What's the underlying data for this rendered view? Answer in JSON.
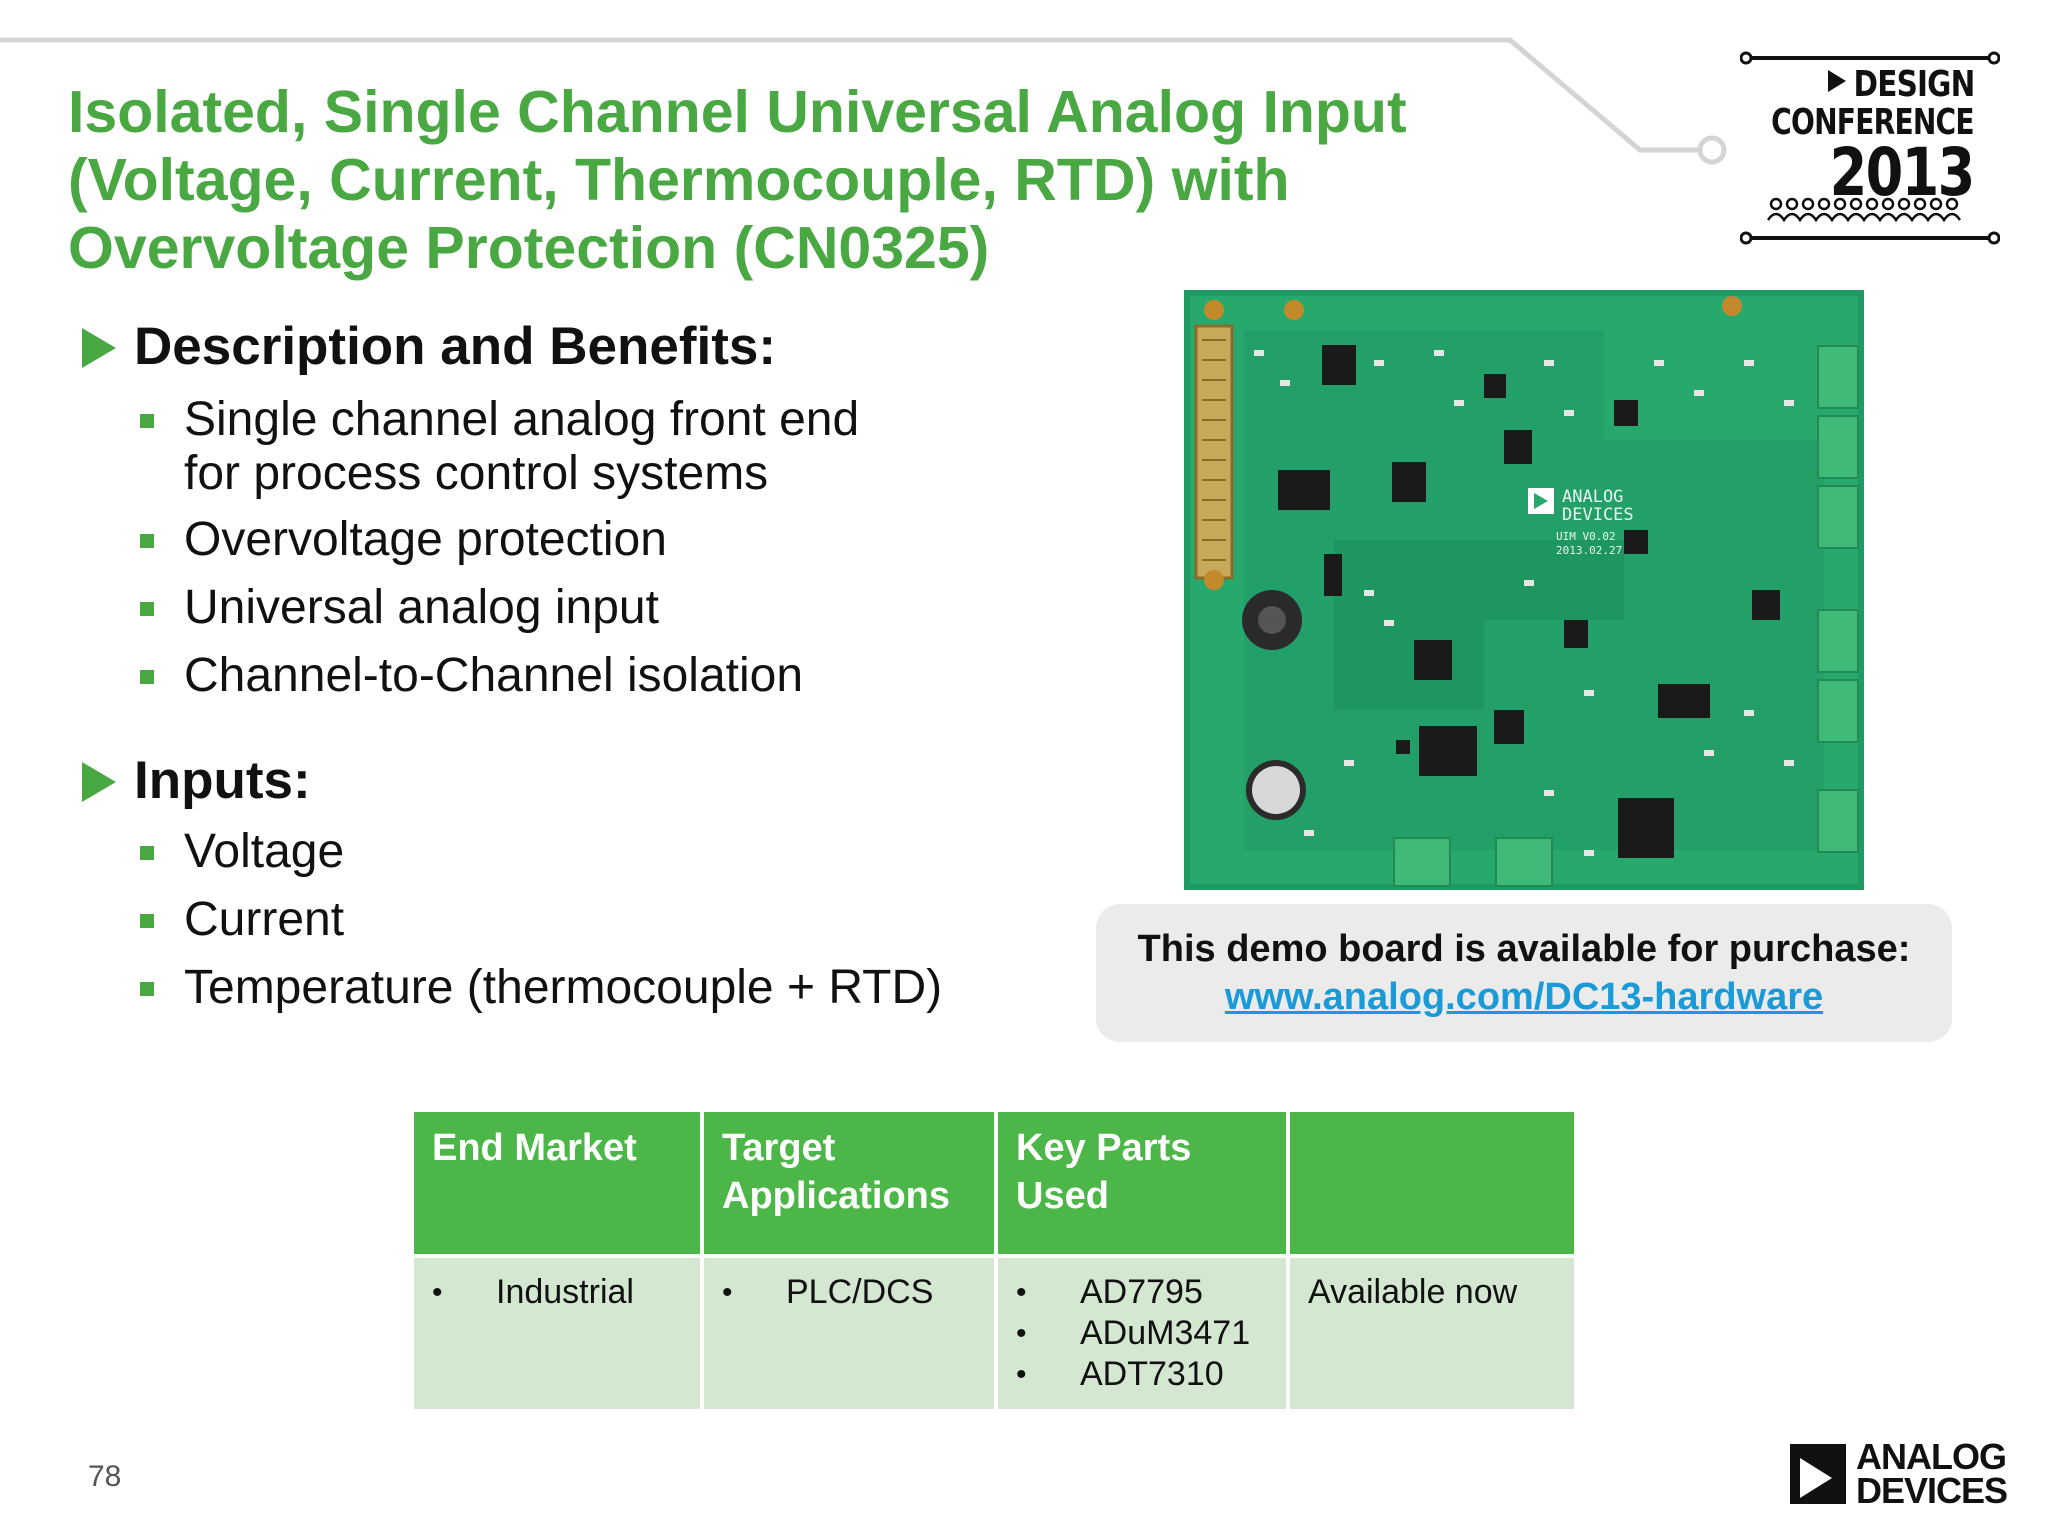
{
  "slide": {
    "title_lines": [
      "Isolated, Single Channel Universal Analog Input",
      "(Voltage, Current, Thermocouple, RTD) with",
      "Overvoltage Protection (CN0325)"
    ],
    "page_number": "78",
    "accent_color": "#4aa843"
  },
  "conference_badge": {
    "line1": "DESIGN",
    "line2": "CONFERENCE",
    "year": "2013"
  },
  "description": {
    "heading": "Description and Benefits:",
    "bullets": [
      "Single channel analog front end",
      "for process control systems",
      "Overvoltage protection",
      "Universal analog input",
      "Channel-to-Channel isolation"
    ]
  },
  "inputs": {
    "heading": "Inputs:",
    "bullets": [
      "Voltage",
      "Current",
      "Temperature (thermocouple + RTD)"
    ]
  },
  "board_photo": {
    "logo_line1": "ANALOG",
    "logo_line2": "DEVICES",
    "board_id": "UIM V0.02",
    "board_date": "2013.02.27"
  },
  "callout": {
    "text": "This demo board is available for purchase:",
    "link": "www.analog.com/DC13-hardware"
  },
  "table": {
    "headers": [
      "End Market",
      "Target Applications",
      "Key Parts Used",
      ""
    ],
    "end_market": [
      "Industrial"
    ],
    "target_applications": [
      "PLC/DCS"
    ],
    "key_parts": [
      "AD7795",
      "ADuM3471",
      "ADT7310"
    ],
    "availability": "Available now"
  },
  "footer_logo": {
    "line1": "ANALOG",
    "line2": "DEVICES"
  }
}
